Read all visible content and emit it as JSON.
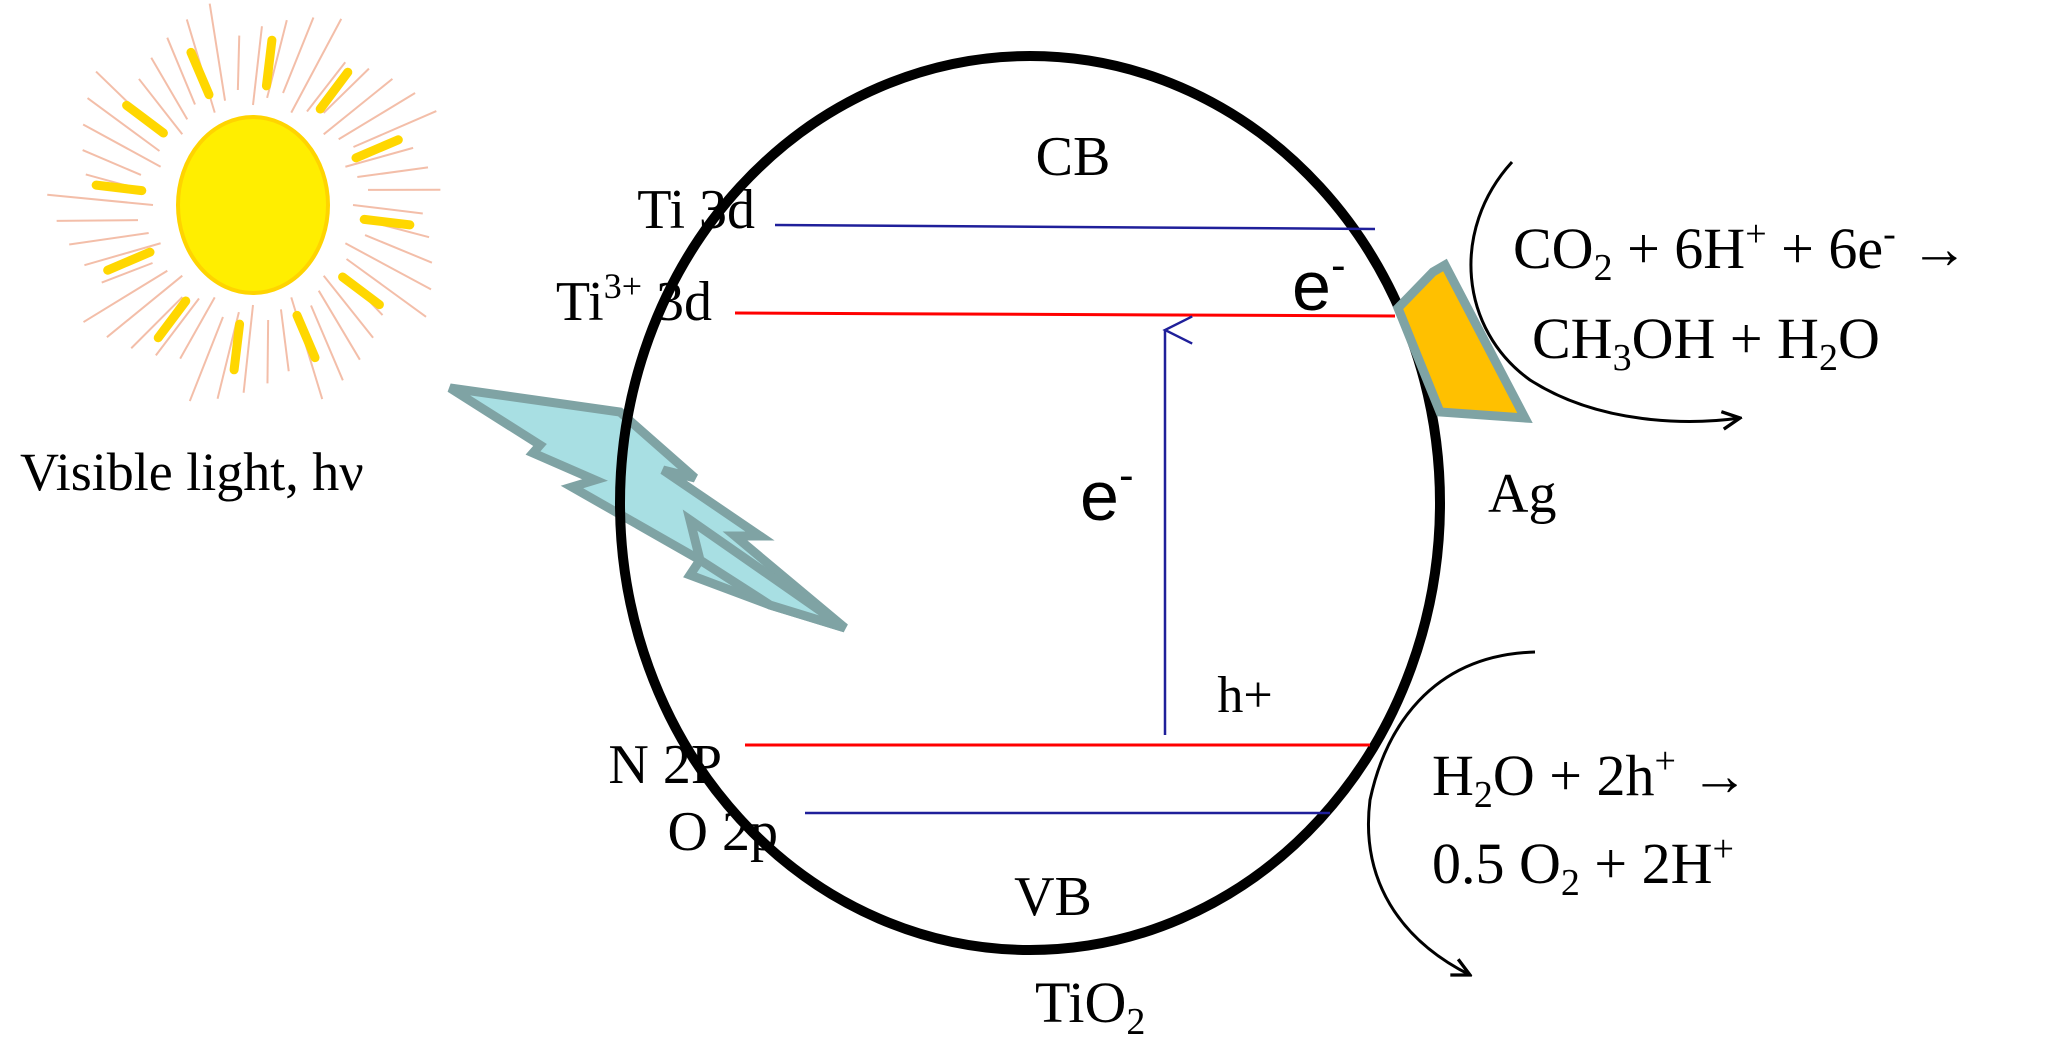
{
  "light_source": {
    "label": "Visible light, hν",
    "icon": "sun-icon"
  },
  "lightning_icon": "lightning-bolt-icon",
  "particle": {
    "material_base": "TiO",
    "material_sub": "2",
    "cb_label": "CB",
    "vb_label": "VB"
  },
  "levels": {
    "ti3d": "Ti 3d",
    "ti3_base": "Ti",
    "ti3_sup": "3+",
    "ti3_tail": " 3d",
    "n2p": "N 2P",
    "o2p": "O 2p"
  },
  "excitation": {
    "electron_base": "e",
    "electron_sup": "-",
    "hole_label": "h+",
    "cb_electron_base": "e",
    "cb_electron_sup": "-"
  },
  "cocatalyst": {
    "label": "Ag"
  },
  "reduction": {
    "l1": [
      "CO",
      "2",
      " + 6H",
      "+",
      " + 6e",
      "-",
      " →"
    ],
    "l2": [
      "CH",
      "3",
      "OH + H",
      "2",
      "O"
    ]
  },
  "oxidation": {
    "l1": [
      "H",
      "2",
      "O + 2h",
      "+",
      " →"
    ],
    "l2": [
      "0.5 O",
      "2",
      " + 2H",
      "+"
    ]
  },
  "colors": {
    "sun": "#ffee00",
    "ray": "#ffd700",
    "bolt_fill": "#a8dfe3",
    "bolt_stroke": "#7fa3a4",
    "ag_fill": "#ffc000",
    "ag_stroke": "#7fa3a4",
    "level_red": "#ff0000",
    "level_blue": "#1f1f9a",
    "outline": "#000000"
  }
}
